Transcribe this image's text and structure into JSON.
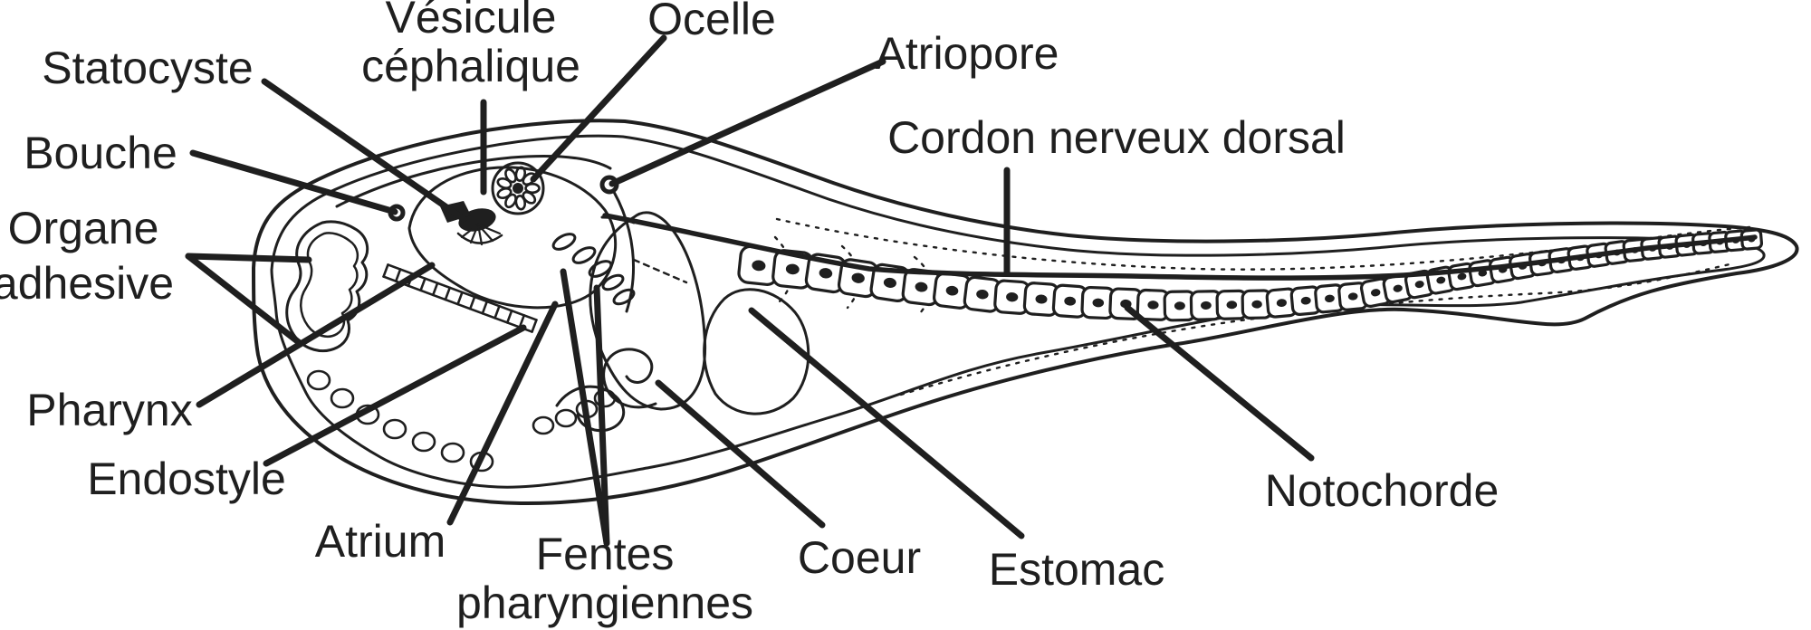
{
  "figure": {
    "description": "Labeled anatomical line drawing of a tunicate (ascidian) tadpole larva, lateral view, French labels",
    "language": "fr"
  },
  "colors": {
    "ink": "#1f1f1f",
    "paper": "#ffffff"
  },
  "labels": [
    {
      "id": "statocyste",
      "lines": [
        "Statocyste"
      ]
    },
    {
      "id": "vesicule-cephalique",
      "lines": [
        "Vésicule",
        "céphalique"
      ]
    },
    {
      "id": "ocelle",
      "lines": [
        "Ocelle"
      ]
    },
    {
      "id": "atriopore",
      "lines": [
        "Atriopore"
      ]
    },
    {
      "id": "bouche",
      "lines": [
        "Bouche"
      ]
    },
    {
      "id": "cordon-nerveux-dorsal",
      "lines": [
        "Cordon nerveux dorsal"
      ]
    },
    {
      "id": "organe-adhesive",
      "lines": [
        "Organe",
        "adhesive"
      ]
    },
    {
      "id": "pharynx",
      "lines": [
        "Pharynx"
      ]
    },
    {
      "id": "endostyle",
      "lines": [
        "Endostyle"
      ]
    },
    {
      "id": "atrium",
      "lines": [
        "Atrium"
      ]
    },
    {
      "id": "fentes-pharyngiennes",
      "lines": [
        "Fentes",
        "pharyngiennes"
      ]
    },
    {
      "id": "coeur",
      "lines": [
        "Coeur"
      ]
    },
    {
      "id": "estomac",
      "lines": [
        "Estomac"
      ]
    },
    {
      "id": "notochorde",
      "lines": [
        "Notochorde"
      ]
    }
  ]
}
